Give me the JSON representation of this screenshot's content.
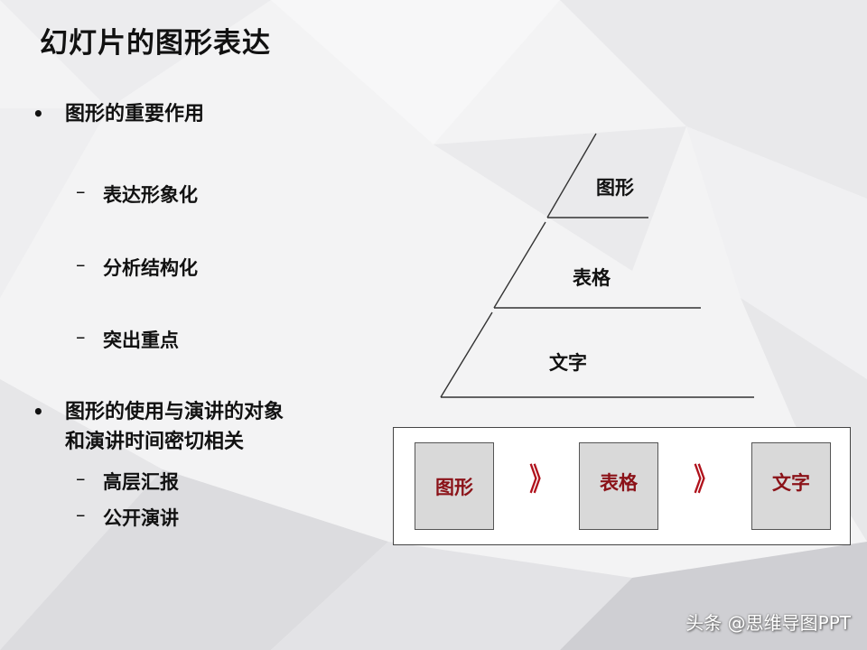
{
  "slide": {
    "title": "幻灯片的图形表达"
  },
  "bullets": [
    {
      "mark": "•",
      "text": "图形的重要作用",
      "subs": [
        "表达形象化",
        "分析结构化",
        "突出重点"
      ]
    },
    {
      "mark": "•",
      "line1": "图形的使用与演讲的对象",
      "line2": "和演讲时间密切相关",
      "subs": [
        "高层汇报",
        "公开演讲"
      ]
    }
  ],
  "dash": "–",
  "pyramid": {
    "levels": [
      "图形",
      "表格",
      "文字"
    ]
  },
  "flow": {
    "steps": [
      "图形",
      "表格",
      "文字"
    ],
    "arrow": "》",
    "accent_color": "#8b1218"
  },
  "watermark": "头条 @思维导图PPT"
}
